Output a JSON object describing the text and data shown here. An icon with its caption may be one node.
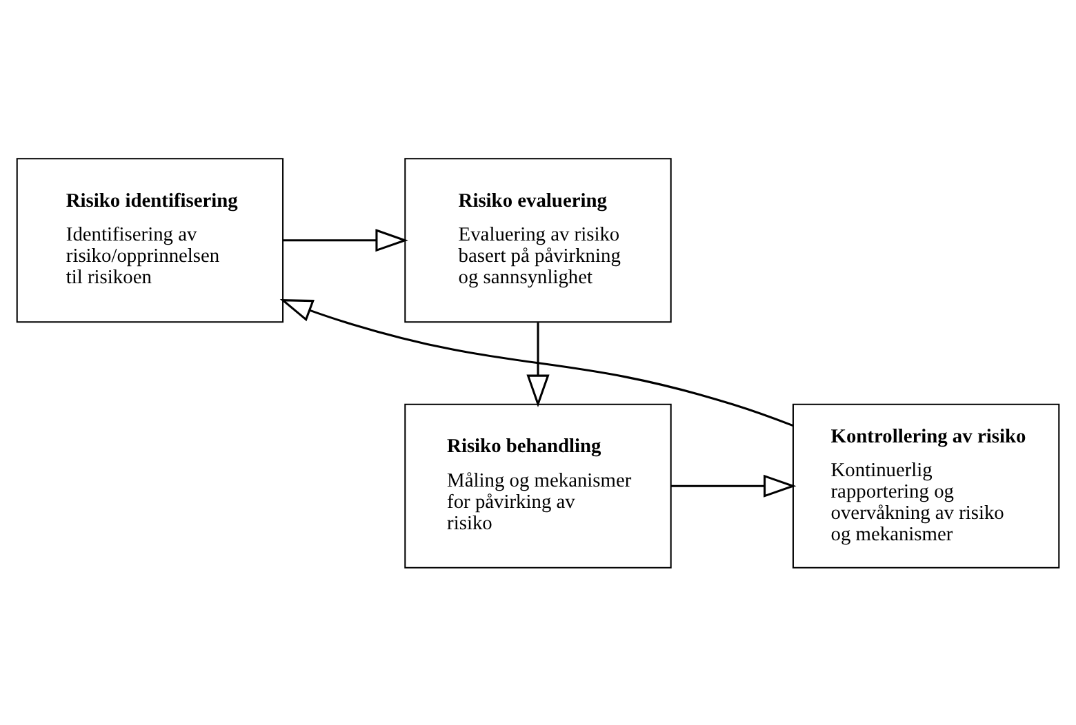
{
  "diagram": {
    "nodes": [
      {
        "text": [
          "Risiko identifisering",
          "Identifisering av risiko/opprinnelsen til risikoen"
        ]
      },
      {
        "text": [
          "Risiko evaluering",
          "Evaluering av risiko basert på påvirkning og sannsynlighet"
        ]
      },
      {
        "text": [
          "Kontrollering av risiko",
          "Kontinuerlig rapportering og overvåkning av risiko og mekanismer"
        ]
      },
      {
        "text": [
          "Risiko behandling",
          "Måling og mekanismer for påvirking av risiko"
        ]
      }
    ],
    "edges": [
      {
        "from": 0,
        "to": 1,
        "arrow": "to"
      },
      {
        "from": 1,
        "to": 3,
        "arrow": "to"
      },
      {
        "from": 3,
        "to": 2,
        "arrow": "to"
      },
      {
        "from": 2,
        "to": 0,
        "arrow": "to"
      }
    ]
  }
}
